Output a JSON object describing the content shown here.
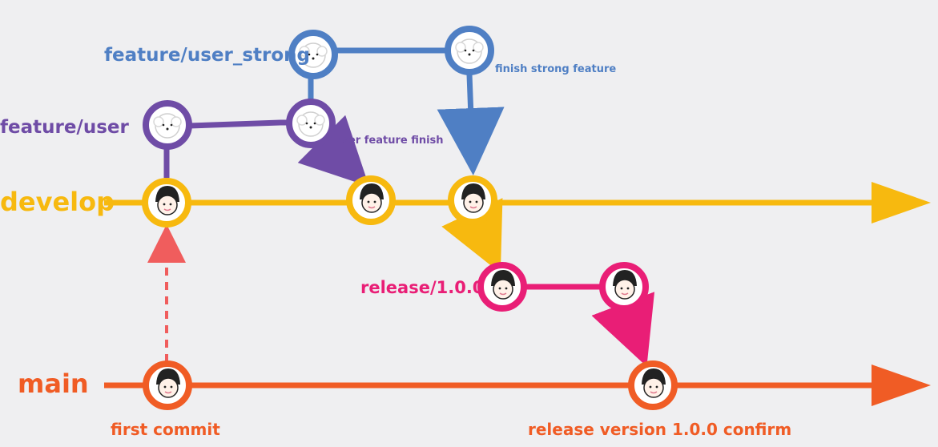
{
  "branches": {
    "feature_user_strong": {
      "label": "feature/user_strong",
      "color": "#4f7fc4"
    },
    "feature_user": {
      "label": "feature/user",
      "color": "#6f4ca6"
    },
    "develop": {
      "label": "develop",
      "color": "#f7b90f"
    },
    "release": {
      "label": "release/1.0.0",
      "color": "#e91e76"
    },
    "main": {
      "label": "main",
      "color": "#f05c25"
    }
  },
  "annotations": {
    "finish_strong_feature": "finish strong feature",
    "user_feature_finish": "user feature finish",
    "first_commit": "first commit",
    "release_confirm": "release version 1.0.0 confirm"
  },
  "icons": {
    "dog": "dog-icon",
    "person": "person-icon"
  },
  "colors": {
    "dashed_arrow": "#f05d5d",
    "background": "#efeff1"
  }
}
